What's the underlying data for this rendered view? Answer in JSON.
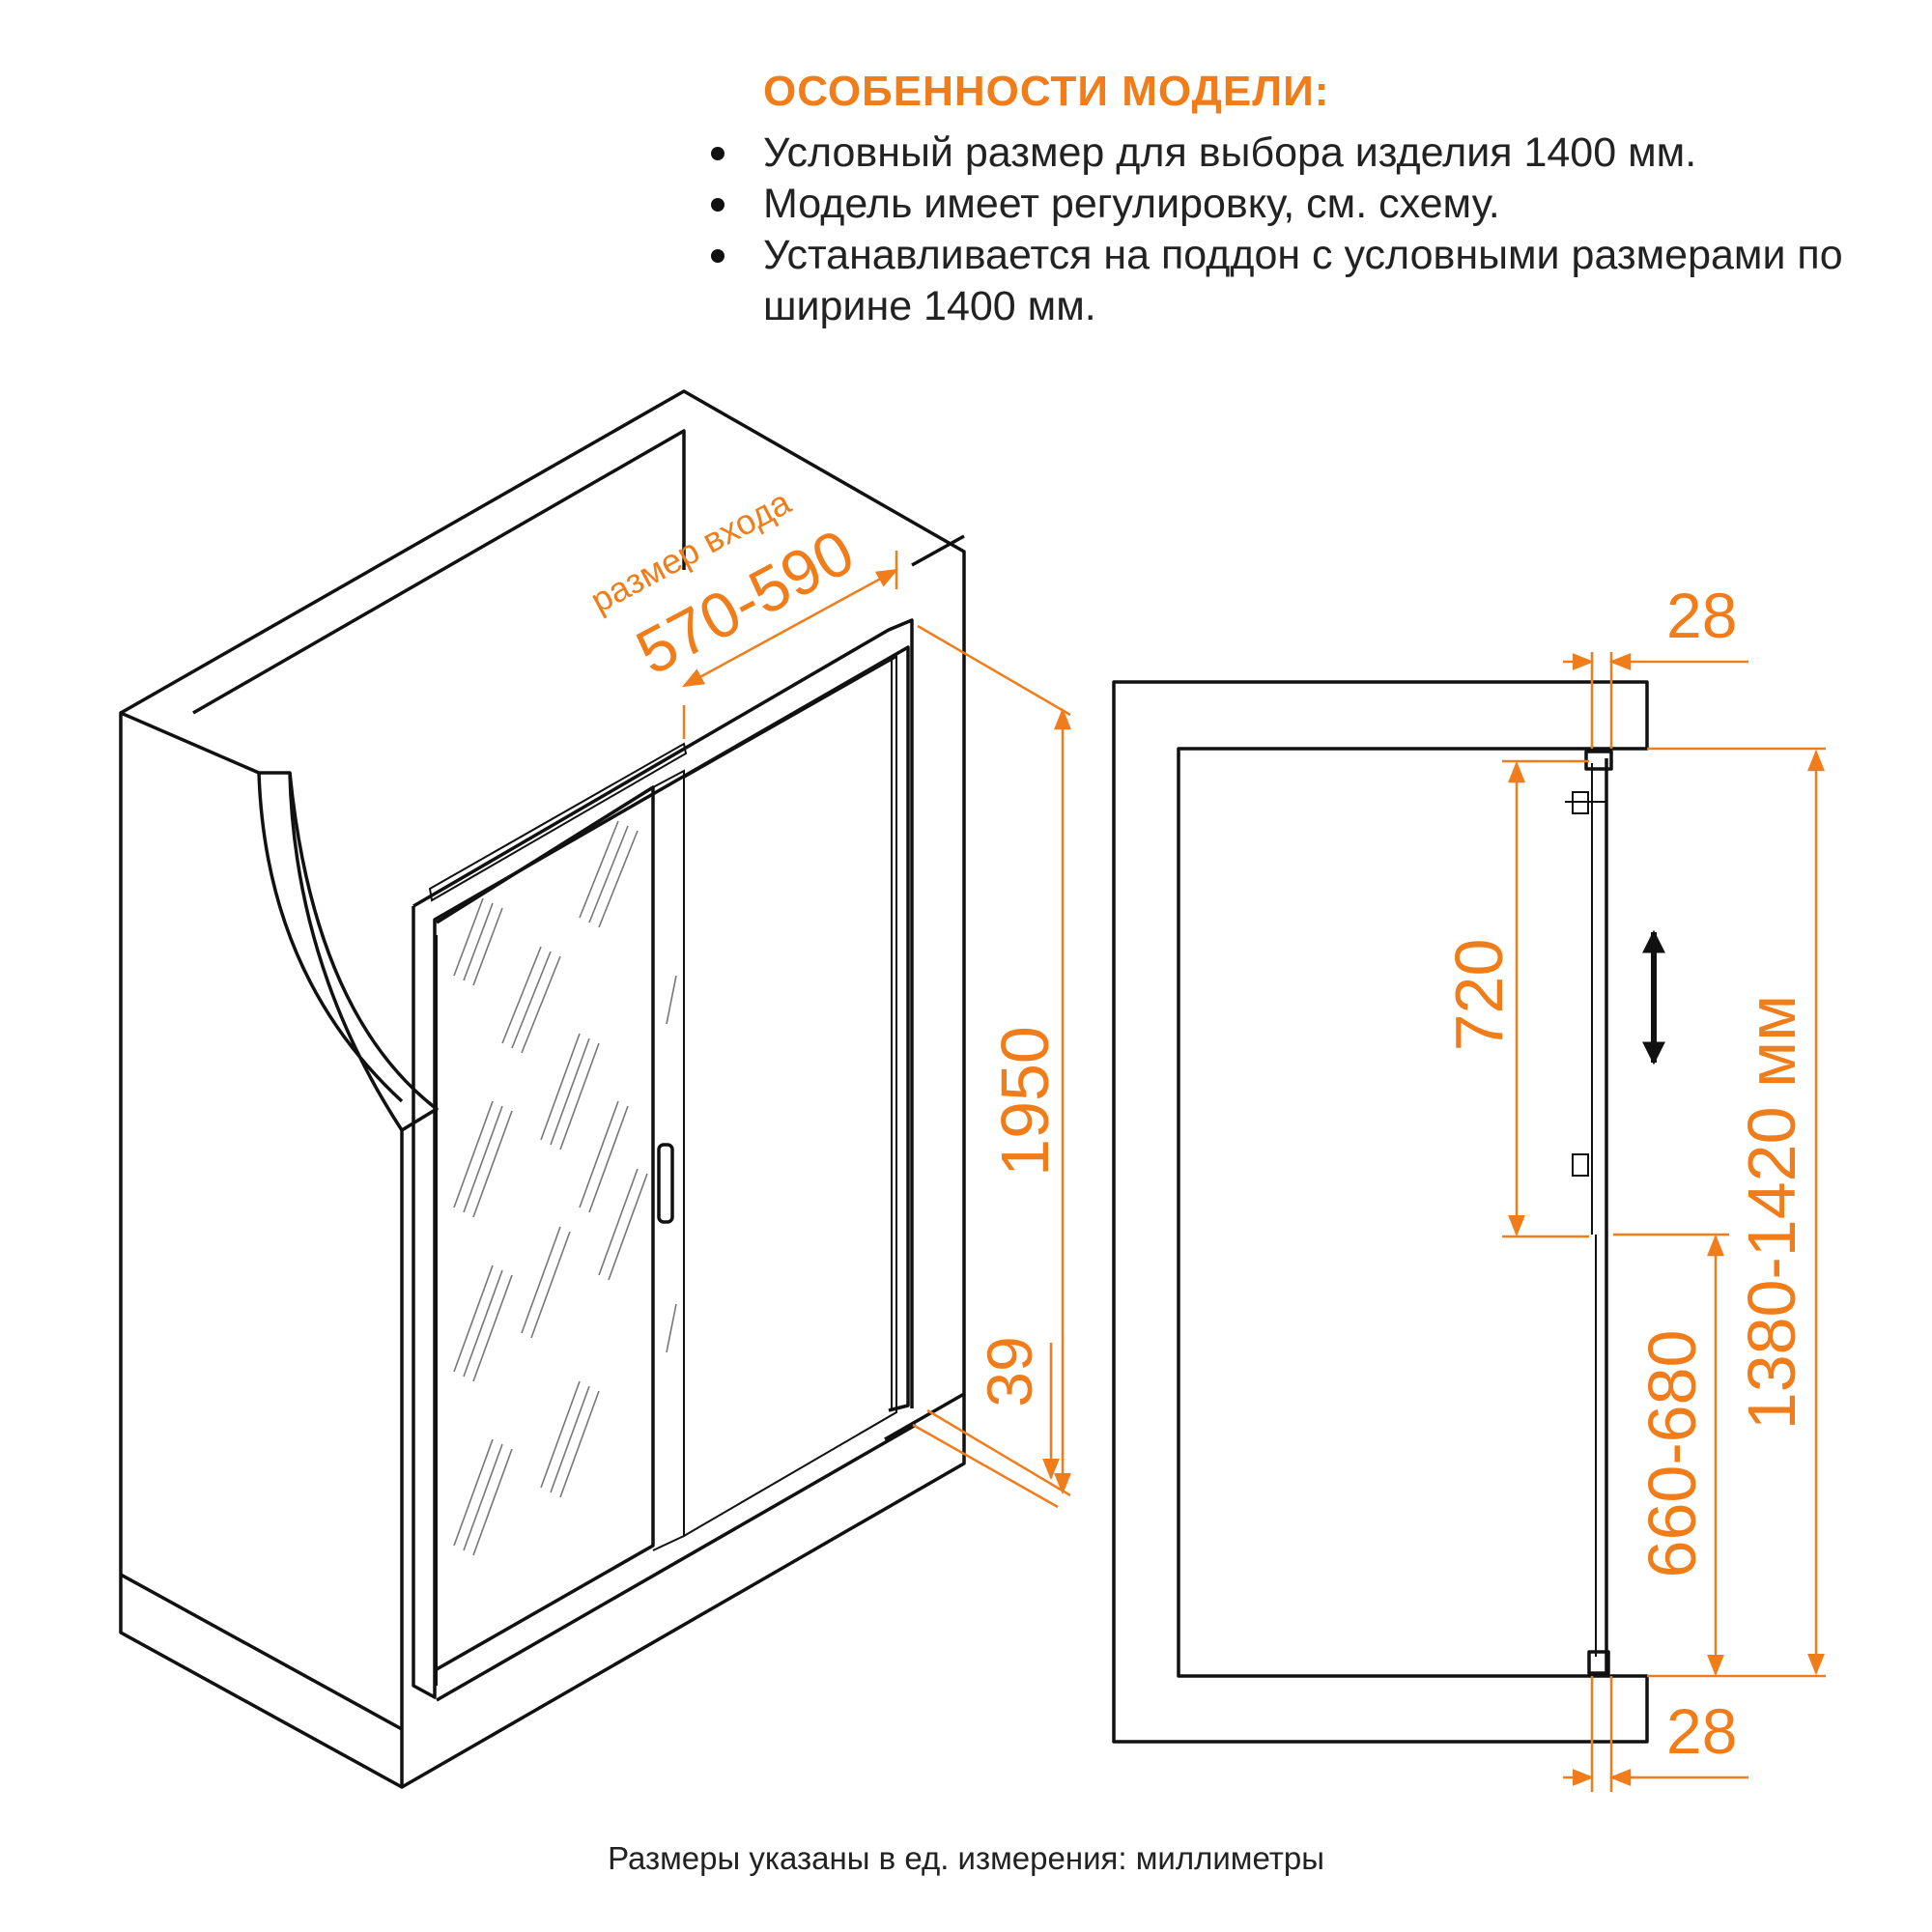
{
  "features": {
    "title": "ОСОБЕННОСТИ МОДЕЛИ:",
    "items": [
      "Условный размер для выбора изделия 1400 мм.",
      "Модель имеет регулировку, см. схему.",
      "Устанавливается на поддон с условными размерами по ширине 1400 мм."
    ]
  },
  "dimensions": {
    "entry_label": "размер входа",
    "entry_size": "570-590",
    "height": "1950",
    "tray_height": "39",
    "top_profile": "28",
    "bottom_profile": "28",
    "fixed_panel": "720",
    "sliding_panel": "660-680",
    "total_width": "1380-1420 мм"
  },
  "footer": {
    "note": "Размеры указаны в ед. измерения: миллиметры"
  },
  "colors": {
    "accent": "#f07d1a",
    "line": "#111111"
  }
}
